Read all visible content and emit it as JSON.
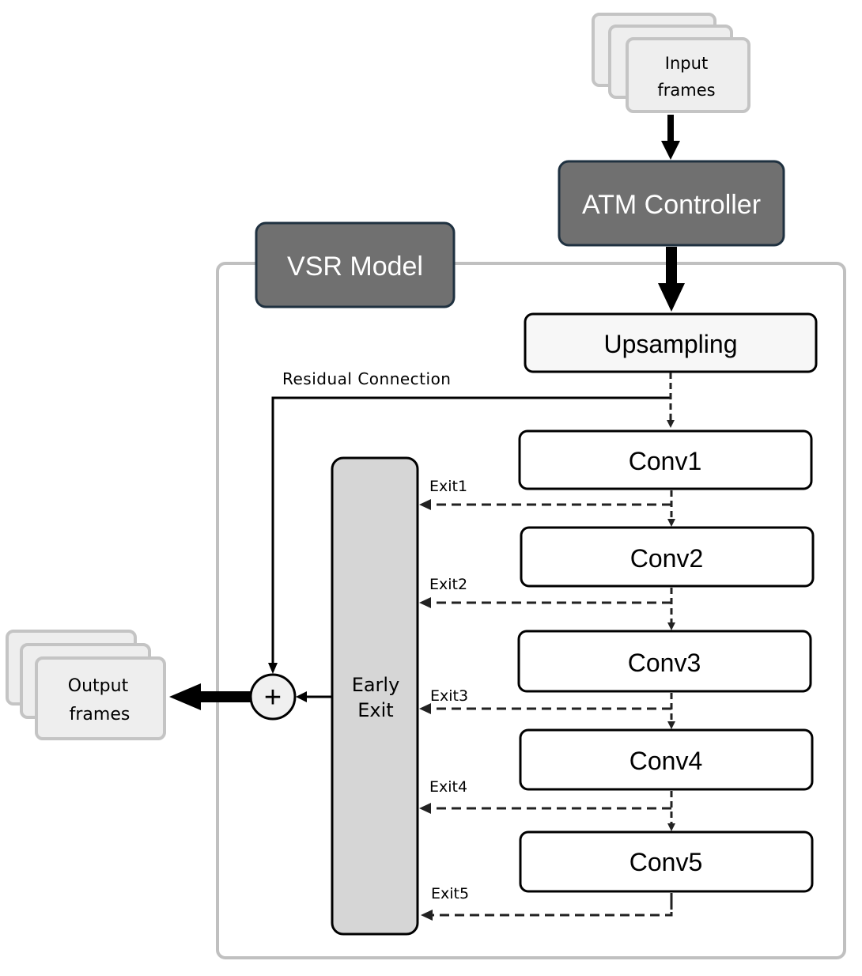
{
  "input": {
    "line1": "Input",
    "line2": "frames"
  },
  "output": {
    "line1": "Output",
    "line2": "frames"
  },
  "controller": {
    "label": "ATM Controller"
  },
  "model": {
    "label": "VSR Model"
  },
  "upsampling": {
    "label": "Upsampling"
  },
  "residual": {
    "label": "Residual Connection"
  },
  "early_exit": {
    "line1": "Early",
    "line2": "Exit"
  },
  "convs": [
    "Conv1",
    "Conv2",
    "Conv3",
    "Conv4",
    "Conv5"
  ],
  "exits": [
    "Exit1",
    "Exit2",
    "Exit3",
    "Exit4",
    "Exit5"
  ],
  "plus_symbol": "+",
  "colors": {
    "dark_box": "#707070",
    "dark_box_border": "#1f3140",
    "light_box": "#ececec",
    "early_exit_fill": "#d6d6d6",
    "frame_fill": "#eeeeee",
    "frame_border": "#c4c4c4",
    "container_border": "#c0c0c0"
  }
}
